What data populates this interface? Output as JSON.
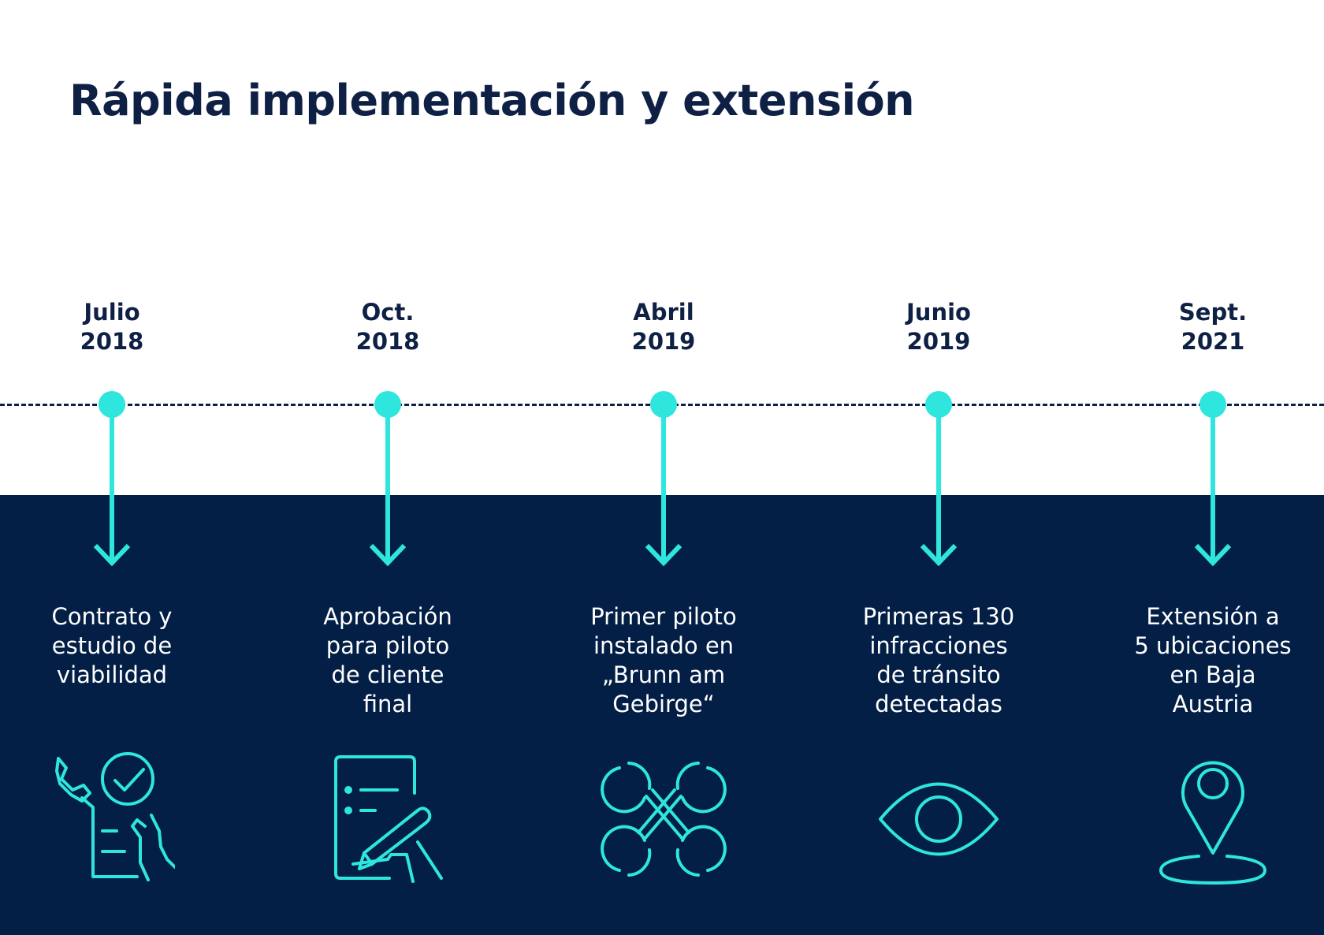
{
  "title": "Rápida implementación y extensión",
  "colors": {
    "navy": "#031f46",
    "text_dark": "#0f2045",
    "accent": "#2ee6dd",
    "background": "#ffffff"
  },
  "milestones": [
    {
      "date_line1": "Julio",
      "date_line2": "2018",
      "desc_lines": [
        "Contrato y",
        "estudio de",
        "viabilidad"
      ],
      "icon": "tools-checkmark-icon"
    },
    {
      "date_line1": "Oct.",
      "date_line2": "2018",
      "desc_lines": [
        "Aprobación",
        "para piloto",
        "de cliente",
        "final"
      ],
      "icon": "document-signing-icon"
    },
    {
      "date_line1": "Abril",
      "date_line2": "2019",
      "desc_lines": [
        "Primer piloto",
        "instalado en",
        "„Brunn am",
        "Gebirge“"
      ],
      "icon": "crossed-wrenches-icon"
    },
    {
      "date_line1": "Junio",
      "date_line2": "2019",
      "desc_lines": [
        "Primeras 130",
        "infracciones",
        "de tránsito",
        "detectadas"
      ],
      "icon": "eye-icon"
    },
    {
      "date_line1": "Sept.",
      "date_line2": "2021",
      "desc_lines": [
        "Extensión a",
        "5 ubicaciones",
        "en Baja",
        "Austria"
      ],
      "icon": "location-pin-icon"
    }
  ]
}
